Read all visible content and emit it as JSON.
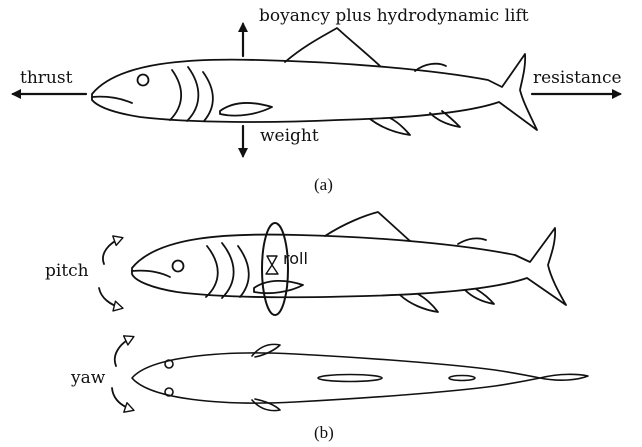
{
  "labels": {
    "lift": "boyancy plus hydrodynamic lift",
    "thrust": "thrust",
    "resistance": "resistance",
    "weight": "weight",
    "caption_a": "(a)",
    "pitch": "pitch",
    "roll": "roll",
    "yaw": "yaw",
    "caption_b": "(b)"
  },
  "colors": {
    "ink": "#111111",
    "background": "#ffffff"
  }
}
